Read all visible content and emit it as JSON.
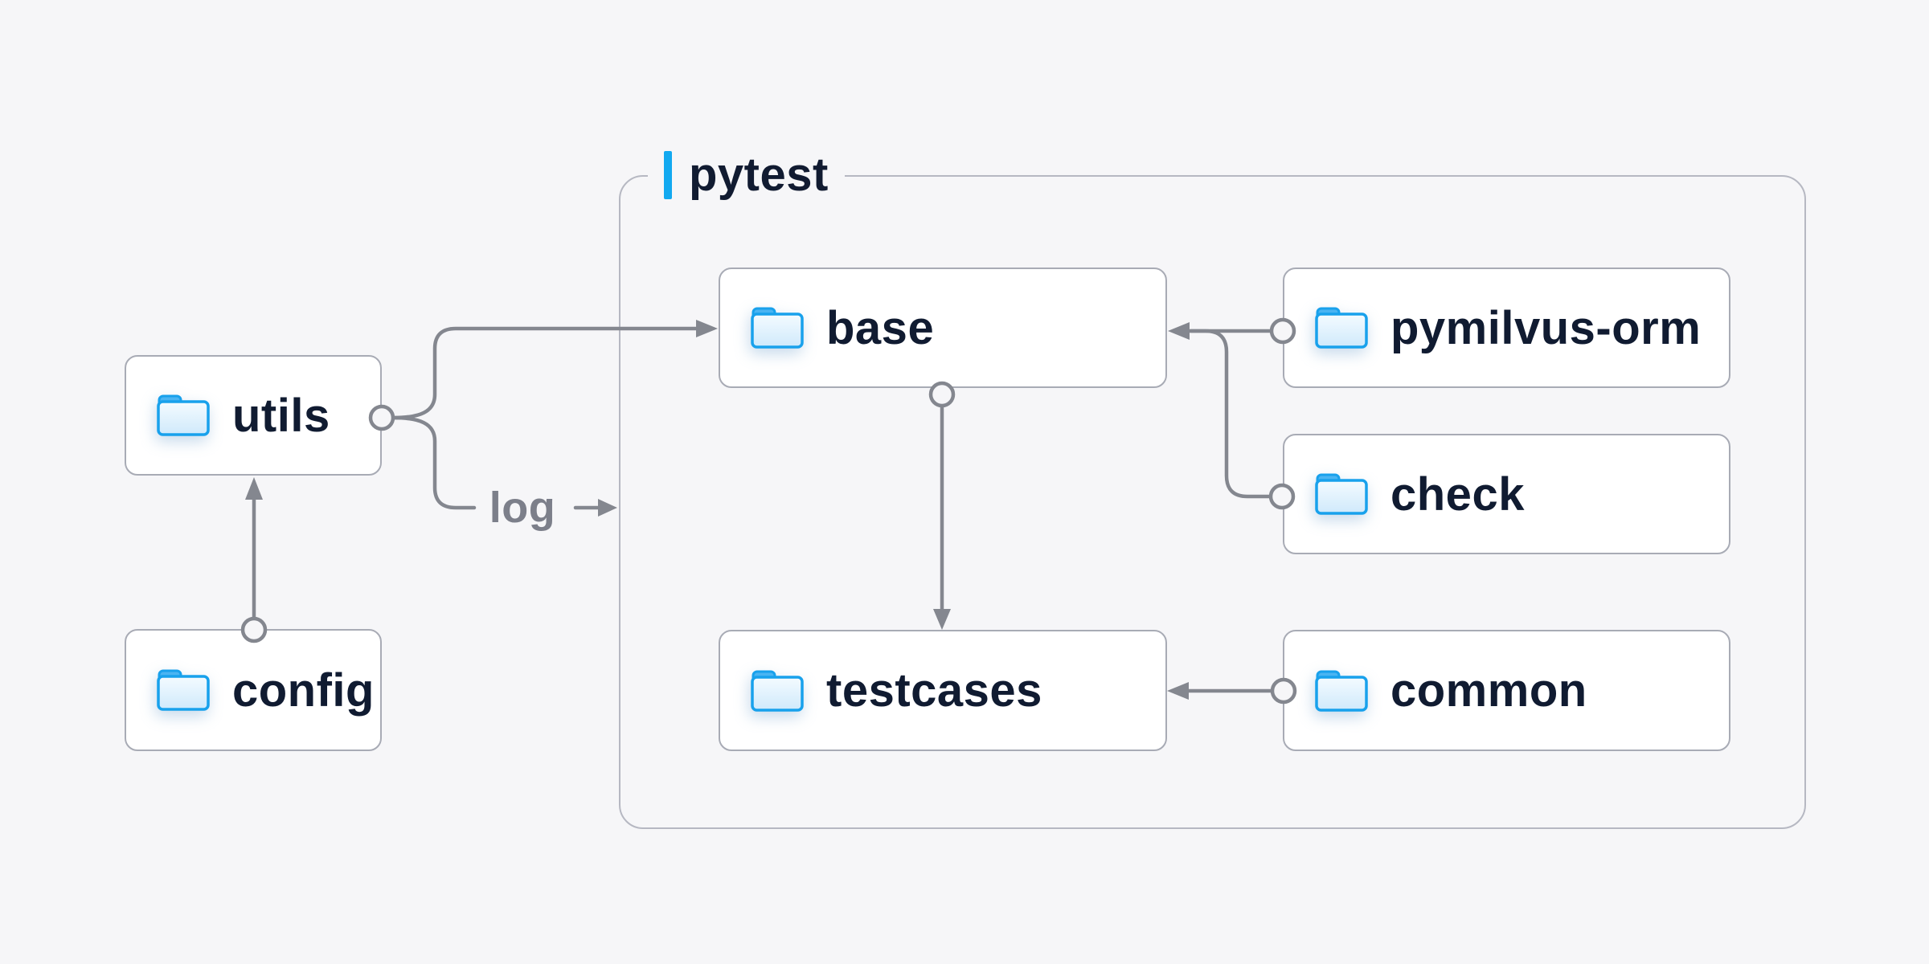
{
  "page": {
    "background": "#f6f6f8"
  },
  "diagram": {
    "container": {
      "label": "pytest"
    },
    "nodes": [
      {
        "id": "utils",
        "label": "utils",
        "icon": "folder-icon"
      },
      {
        "id": "config",
        "label": "config",
        "icon": "folder-icon"
      },
      {
        "id": "base",
        "label": "base",
        "icon": "folder-icon"
      },
      {
        "id": "testcases",
        "label": "testcases",
        "icon": "folder-icon"
      },
      {
        "id": "pymilvus-orm",
        "label": "pymilvus-orm",
        "icon": "folder-icon"
      },
      {
        "id": "check",
        "label": "check",
        "icon": "folder-icon"
      },
      {
        "id": "common",
        "label": "common",
        "icon": "folder-icon"
      }
    ],
    "edges": [
      {
        "from": "config",
        "to": "utils",
        "label": ""
      },
      {
        "from": "utils",
        "to": "base",
        "label": ""
      },
      {
        "from": "utils",
        "to": "pytest-container",
        "label": "log"
      },
      {
        "from": "pymilvus-orm",
        "to": "base",
        "label": ""
      },
      {
        "from": "check",
        "to": "base",
        "label": ""
      },
      {
        "from": "base",
        "to": "testcases",
        "label": ""
      },
      {
        "from": "common",
        "to": "testcases",
        "label": ""
      }
    ],
    "colors": {
      "accent_blue": "#12a9f0",
      "edge_gray": "#84878f",
      "node_border": "#a8abb5",
      "container_border": "#b6b8c2",
      "label_navy": "#101b31",
      "edge_label_gray": "#7c7f8a",
      "node_fill": "#ffffff",
      "folder_stroke": "#18a1ec",
      "folder_tab": "#4ab4f2",
      "folder_body_light": "#f4fbff",
      "folder_body_dark": "#cfe9fb"
    }
  }
}
